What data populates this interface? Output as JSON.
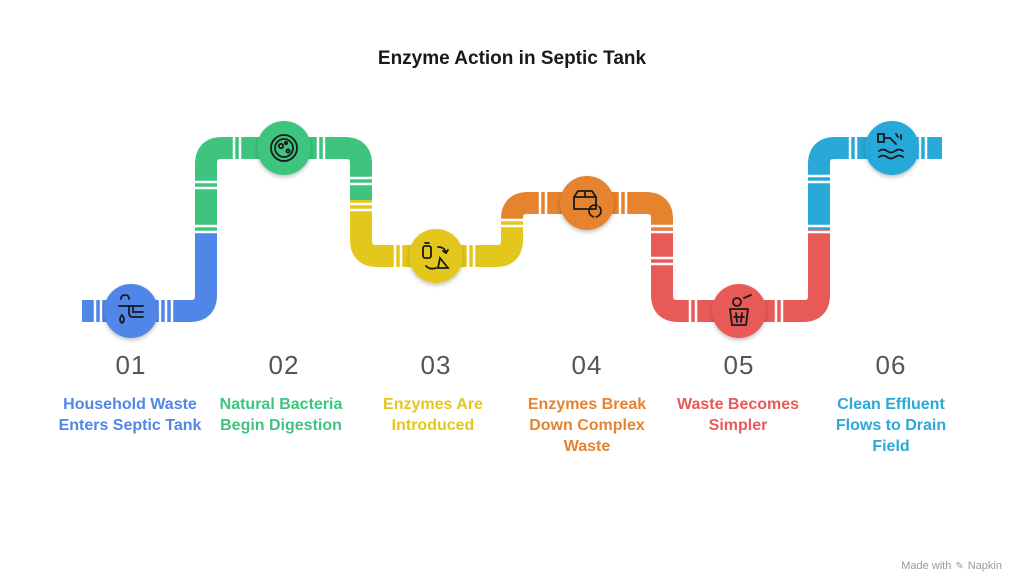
{
  "title": "Enzyme Action in Septic Tank",
  "colors": {
    "blue": "#4F86E8",
    "green": "#3EC47E",
    "yellow": "#E3C71D",
    "orange": "#E5832E",
    "red": "#E85A58",
    "cyan": "#28A9D8"
  },
  "steps": [
    {
      "number": "01",
      "label": "Household Waste Enters Septic Tank",
      "color": "#4F86E8",
      "icon": "sink-drain-icon"
    },
    {
      "number": "02",
      "label": "Natural Bacteria Begin Digestion",
      "color": "#3EC47E",
      "icon": "bacteria-icon"
    },
    {
      "number": "03",
      "label": "Enzymes Are Introduced",
      "color": "#E3C71D",
      "icon": "enzyme-bottles-icon"
    },
    {
      "number": "04",
      "label": "Enzymes Break Down Complex Waste",
      "color": "#E5832E",
      "icon": "box-recycle-icon"
    },
    {
      "number": "05",
      "label": "Waste Becomes Simpler",
      "color": "#E85A58",
      "icon": "waste-bin-icon"
    },
    {
      "number": "06",
      "label": "Clean Effluent Flows to Drain Field",
      "color": "#28A9D8",
      "icon": "water-outflow-icon"
    }
  ],
  "credit": {
    "prefix": "Made with",
    "brand": "Napkin"
  }
}
